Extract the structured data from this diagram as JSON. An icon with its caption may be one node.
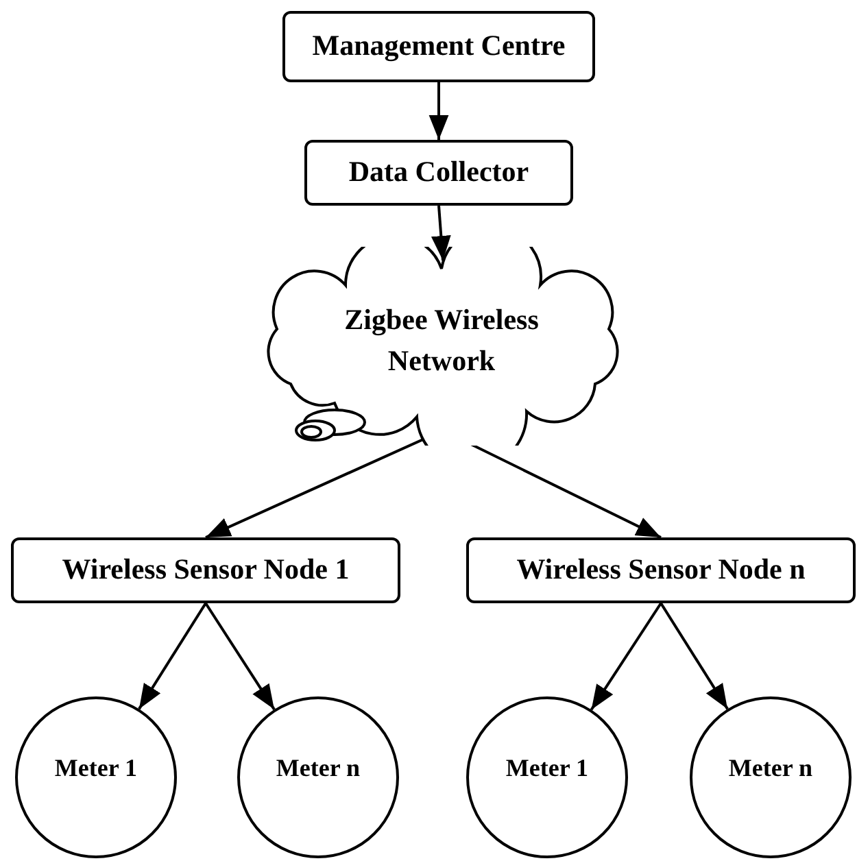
{
  "diagram": {
    "nodes": [
      {
        "text": [
          "Management Centre"
        ]
      },
      {
        "text": [
          "Data Collector"
        ]
      },
      {
        "text": [
          "Zigbee Wireless Network"
        ]
      },
      {
        "text": [
          "Wireless Sensor Node 1"
        ]
      },
      {
        "text": [
          "Wireless Sensor Node n"
        ]
      },
      {
        "text": [
          "Meter 1"
        ]
      },
      {
        "text": [
          "Meter n"
        ]
      },
      {
        "text": [
          "Meter 1"
        ]
      },
      {
        "text": [
          "Meter n"
        ]
      }
    ],
    "edges": [
      {
        "from": 0,
        "to": 1,
        "arrow": "to"
      },
      {
        "from": 1,
        "to": 2,
        "arrow": "to"
      },
      {
        "from": 2,
        "to": 3,
        "arrow": "to"
      },
      {
        "from": 2,
        "to": 4,
        "arrow": "to"
      },
      {
        "from": 3,
        "to": 5,
        "arrow": "to"
      },
      {
        "from": 3,
        "to": 6,
        "arrow": "to"
      },
      {
        "from": 4,
        "to": 7,
        "arrow": "to"
      },
      {
        "from": 4,
        "to": 8,
        "arrow": "to"
      }
    ]
  }
}
